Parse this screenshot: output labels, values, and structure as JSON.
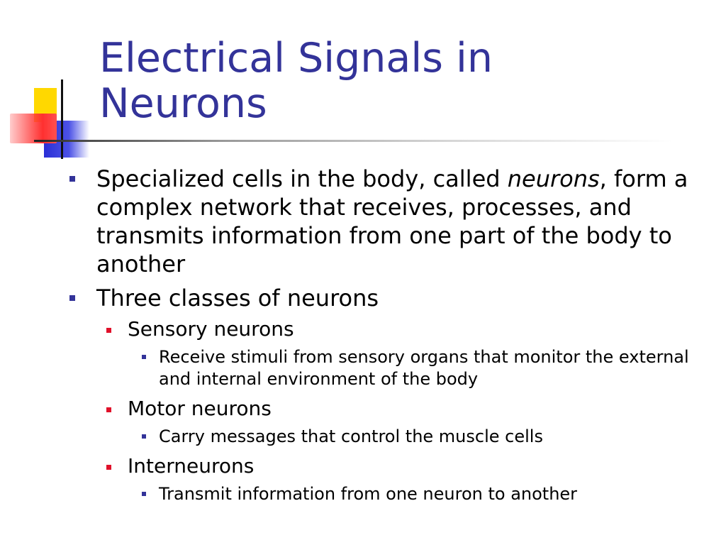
{
  "colors": {
    "title": "#333399",
    "bullet_primary": "#333399",
    "bullet_secondary": "#e0102a",
    "accent_yellow": "#ffd800",
    "accent_blue": "#2a2fd6",
    "accent_red": "#ff3030"
  },
  "slide": {
    "title_line1": "Electrical Signals in",
    "title_line2": "Neurons",
    "bullet1": {
      "before": "Specialized cells in the body, called ",
      "emphasis": "neurons",
      "after": ", form a complex network that receives, processes, and transmits information from one part of the body to another"
    },
    "bullet2": "Three classes of neurons",
    "classes": [
      {
        "name": "Sensory neurons",
        "detail": "Receive stimuli from sensory organs that monitor the external and internal environment of the body"
      },
      {
        "name": "Motor neurons",
        "detail": "Carry messages that control the muscle cells"
      },
      {
        "name": "Interneurons",
        "detail": "Transmit information from one neuron to another"
      }
    ]
  }
}
